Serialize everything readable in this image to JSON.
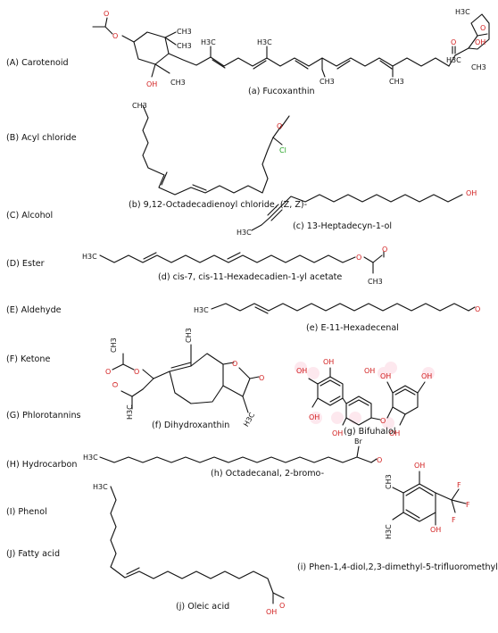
{
  "categories": [
    {
      "id": "a",
      "label": "(A) Carotenoid"
    },
    {
      "id": "b",
      "label": "(B) Acyl chloride"
    },
    {
      "id": "c",
      "label": "(C) Alcohol"
    },
    {
      "id": "d",
      "label": "(D) Ester"
    },
    {
      "id": "e",
      "label": "(E) Aldehyde"
    },
    {
      "id": "f",
      "label": "(F) Ketone"
    },
    {
      "id": "g",
      "label": "(G) Phlorotannins"
    },
    {
      "id": "h",
      "label": "(H) Hydrocarbon"
    },
    {
      "id": "i",
      "label": "(I) Phenol"
    },
    {
      "id": "j",
      "label": "(J) Fatty acid"
    }
  ],
  "compounds": {
    "a": {
      "caption": "(a) Fucoxanthin"
    },
    "b": {
      "caption": "(b) 9,12-Octadecadienoyl chloride, (Z, Z)-"
    },
    "c": {
      "caption": "(c) 13-Heptadecyn-1-ol"
    },
    "d": {
      "caption": "(d) cis-7, cis-11-Hexadecadien-1-yl acetate"
    },
    "e": {
      "caption": "(e) E-11-Hexadecenal"
    },
    "f": {
      "caption": "(f) Dihydroxanthin"
    },
    "g": {
      "caption": "(g) Bifuhalol"
    },
    "h": {
      "caption": "(h) Octadecanal, 2-bromo-"
    },
    "i": {
      "caption": "(i) Phen-1,4-diol,2,3-dimethyl-5-trifluoromethyl"
    },
    "j": {
      "caption": "(j) Oleic acid"
    }
  },
  "atom_labels": {
    "O": "O",
    "OH": "OH",
    "Cl": "Cl",
    "Br": "Br",
    "F": "F",
    "CH3": "CH3",
    "H3C": "H3C",
    "CH3_alt": "CH3"
  },
  "colors": {
    "heteroatom": "#d21f1f",
    "chlorine": "#1ea01e",
    "bond": "#111111",
    "highlight": "#fde8ee"
  }
}
